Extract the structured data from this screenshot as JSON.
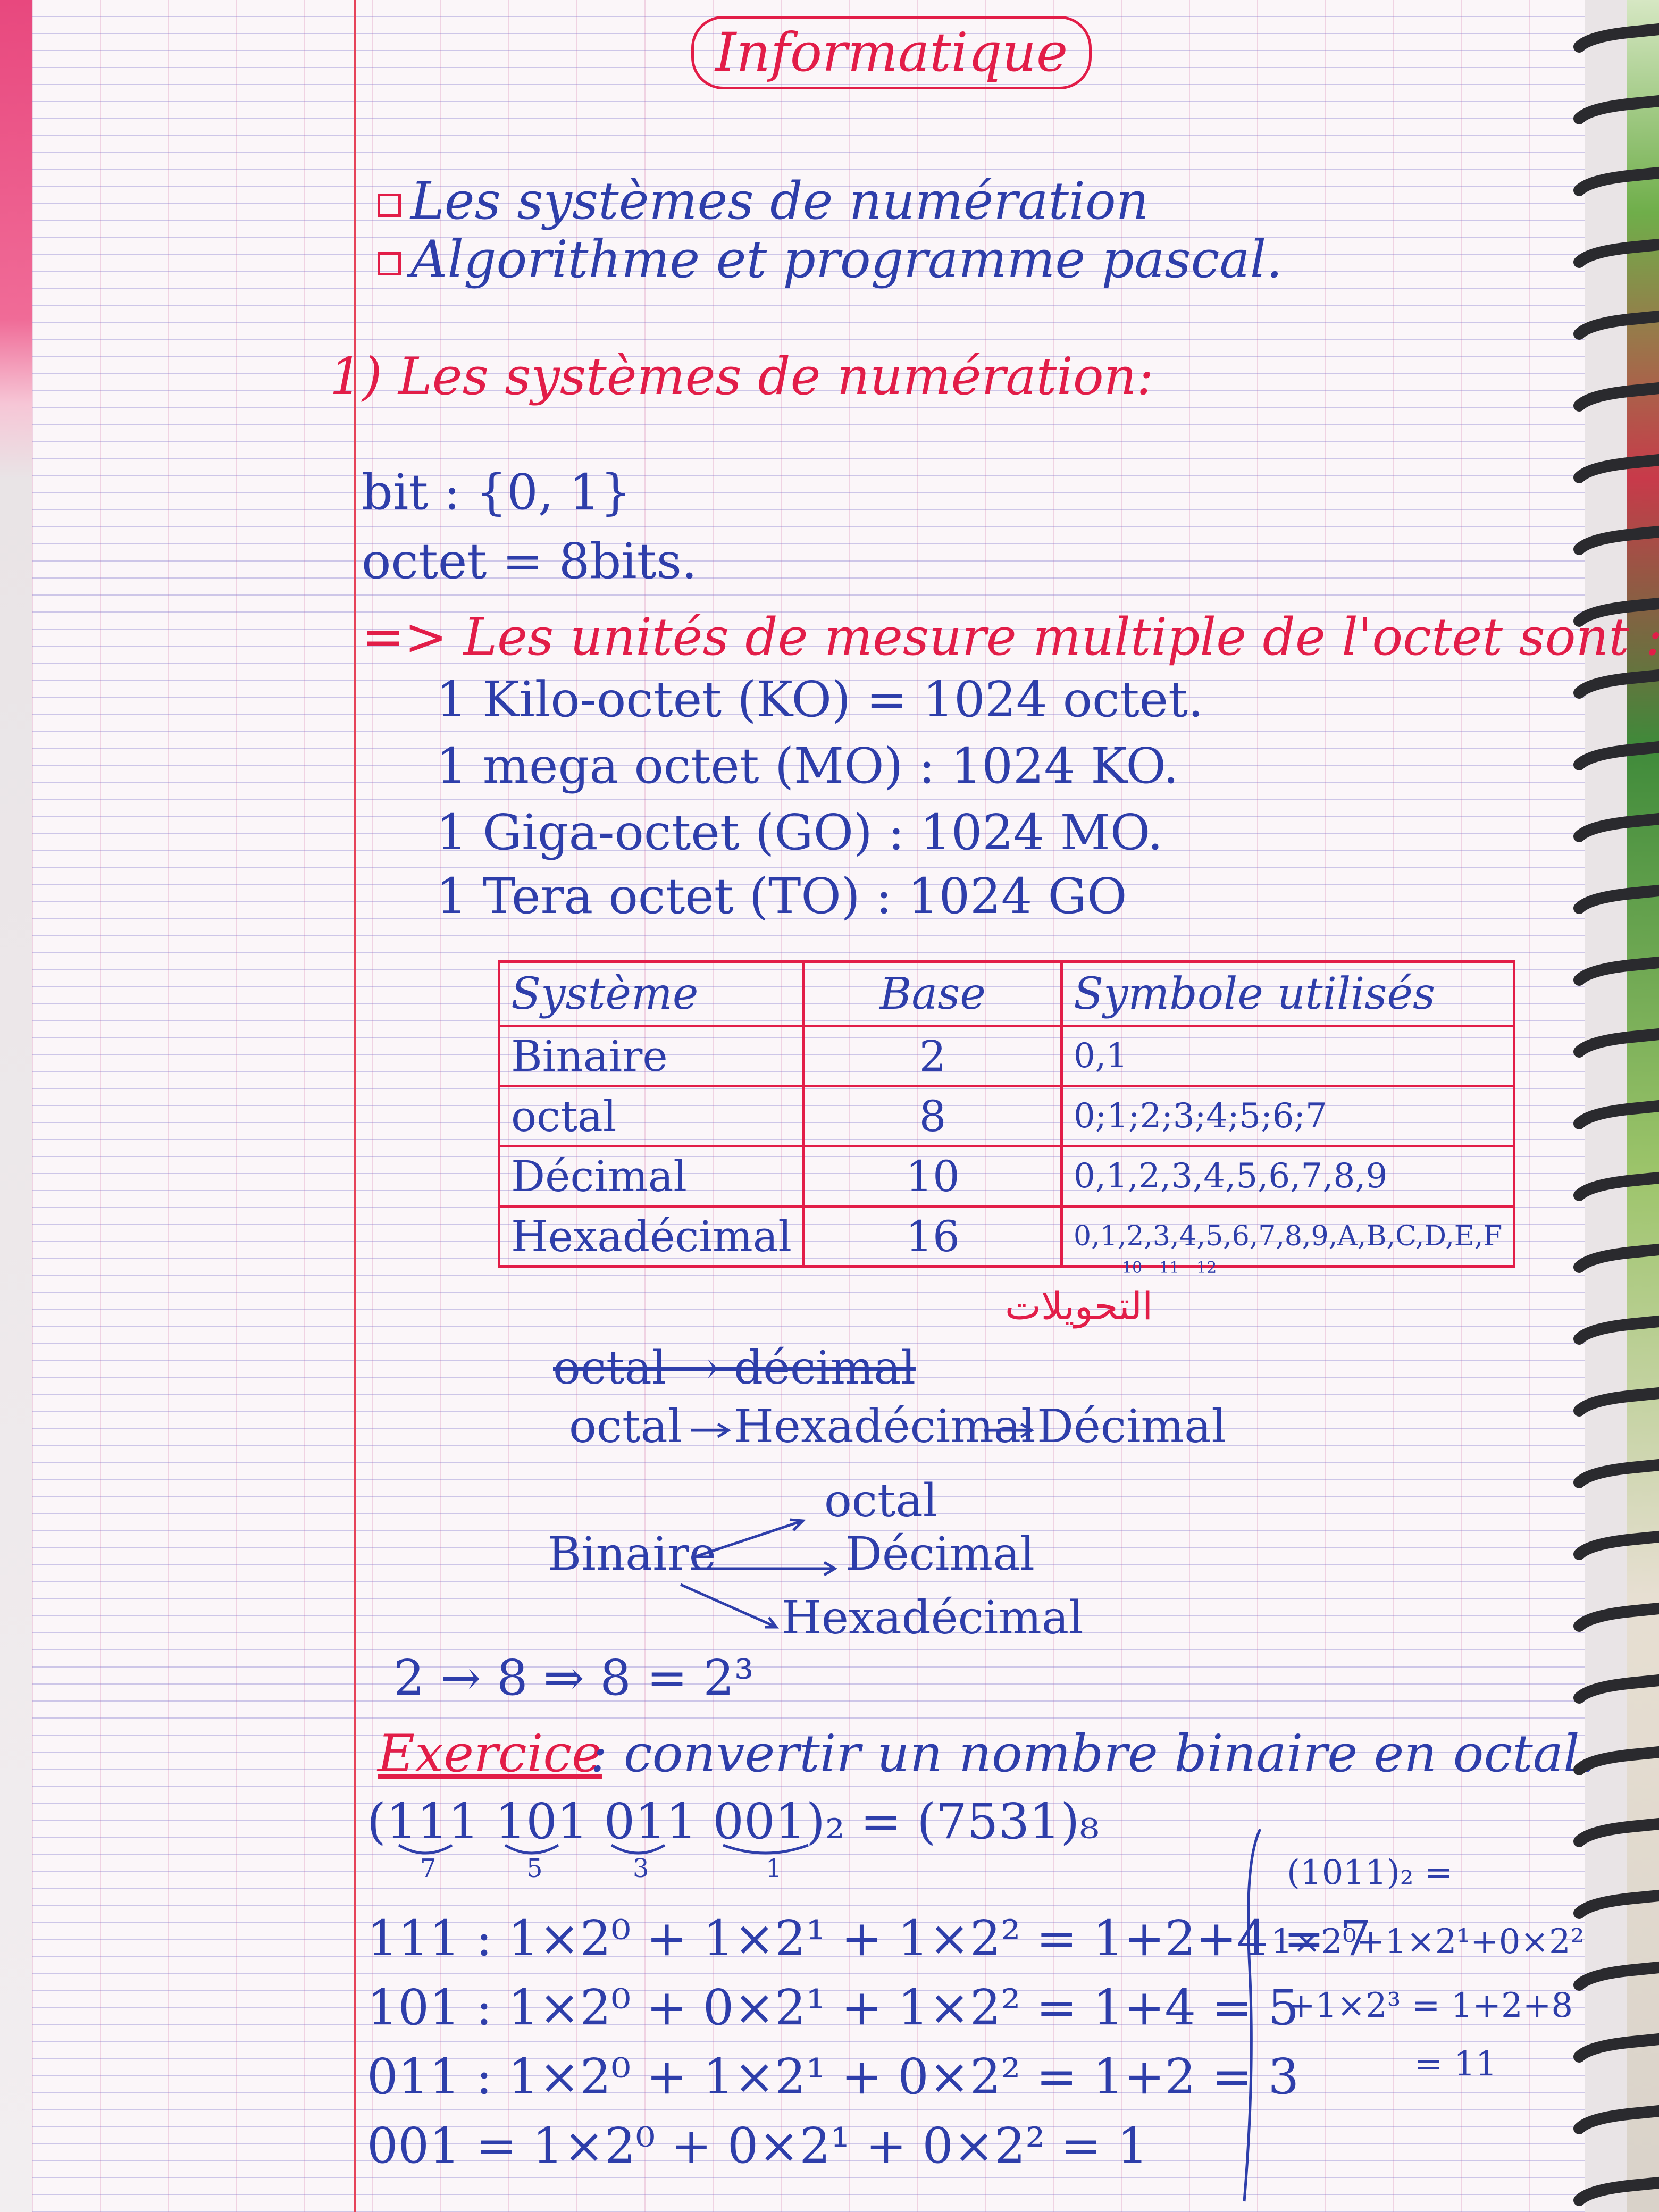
{
  "title": "Informatique",
  "toc": [
    "Les systèmes de numération",
    "Algorithme et programme pascal."
  ],
  "section1": "1) Les systèmes de numération:",
  "bit_line": "bit : {0, 1}",
  "octet_line": "octet = 8bits.",
  "units_heading": "=> Les unités de mesure multiple de l'octet sont :",
  "units": [
    "1 Kilo-octet (KO) = 1024 octet.",
    "1 mega octet (MO) : 1024 KO.",
    "1 Giga-octet (GO) : 1024 MO.",
    "1 Tera octet (TO) : 1024 GO"
  ],
  "table": {
    "headers": [
      "Système",
      "Base",
      "Symbole utilisés"
    ],
    "rows": [
      [
        "Binaire",
        "2",
        "0,1"
      ],
      [
        "octal",
        "8",
        "0;1;2;3;4;5;6;7"
      ],
      [
        "Décimal",
        "10",
        "0,1,2,3,4,5,6,7,8,9"
      ],
      [
        "Hexadécimal",
        "16",
        "0,1,2,3,4,5,6,7,8,9,A,B,C,D,E,F"
      ]
    ],
    "sub_numbers": [
      "10",
      "11",
      "12"
    ],
    "arabic_note": "التحويلات"
  },
  "conversions": {
    "struck": "octal → décimal",
    "chain": [
      "octal",
      "Hexadécimal",
      "Décimal"
    ],
    "from": "Binaire",
    "targets": [
      "octal",
      "Décimal",
      "Hexadécimal"
    ]
  },
  "power_line": "2 → 8 ⇒ 8 = 2³",
  "exercise_label": "Exercice",
  "exercise_text": ": convertir un nombre binaire en octal.",
  "exercise_eq": "(111 101 011 001)₂ = (7531)₈",
  "groups": [
    "7",
    "5",
    "3",
    "1"
  ],
  "calc_lines": [
    "111 : 1×2⁰ + 1×2¹ + 1×2² = 1+2+4 = 7",
    "101 : 1×2⁰ + 0×2¹ + 1×2² = 1+4 = 5",
    "011 : 1×2⁰ + 1×2¹ + 0×2² = 1+2 = 3",
    "001 = 1×2⁰ + 0×2¹ + 0×2² = 1"
  ],
  "side_calc": [
    "(1011)₂ =",
    "1×2⁰+1×2¹+0×2²",
    "+1×2³ = 1+2+8",
    "= 11"
  ]
}
